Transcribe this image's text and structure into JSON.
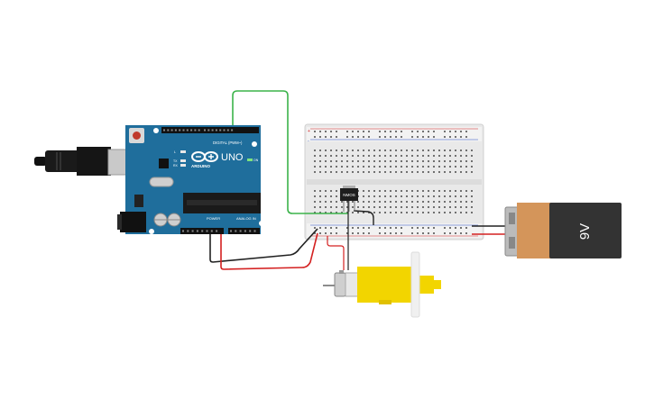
{
  "arduino": {
    "model": "UNO",
    "brand": "ARDUINO",
    "digital_label": "DIGITAL (PWM~)",
    "power_label": "POWER",
    "analog_label": "ANALOG IN",
    "on_label": "ON",
    "tx_label": "TX",
    "rx_label": "RX",
    "l_label": "L"
  },
  "breadboard": {
    "plus_label": "+",
    "minus_label": "-"
  },
  "transistor": {
    "label": "NMOS"
  },
  "battery": {
    "label": "9V"
  },
  "colors": {
    "arduino_board": "#1f6e9c",
    "wire_signal": "#3bb34a",
    "wire_ground": "#222222",
    "wire_power": "#d42121",
    "battery_copper": "#d4955a",
    "battery_body": "#333333",
    "motor_yellow": "#f2d500"
  }
}
